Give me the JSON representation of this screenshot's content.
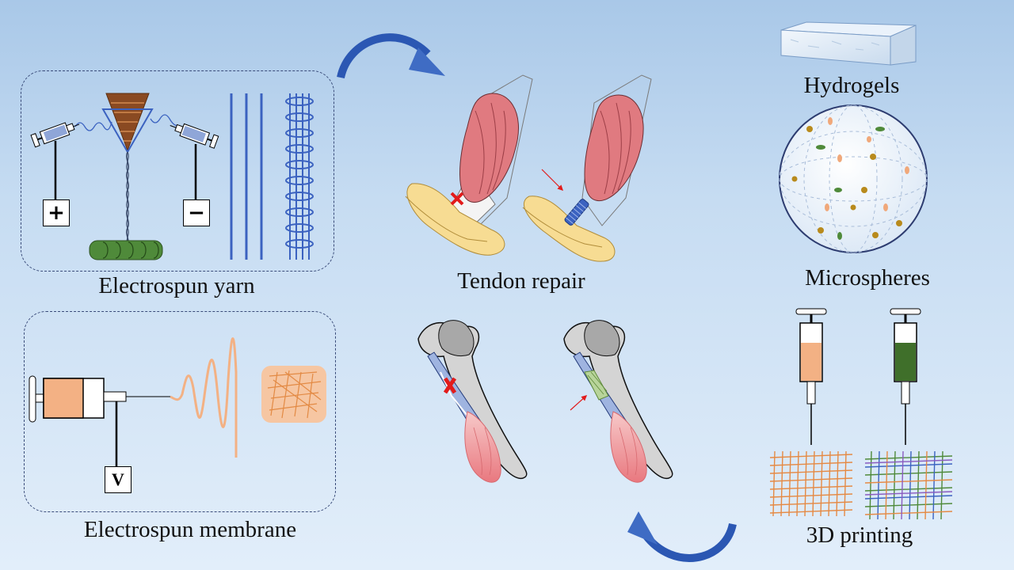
{
  "labels": {
    "electrospun_yarn": "Electrospun yarn",
    "electrospun_membrane": "Electrospun membrane",
    "tendon_repair": "Tendon repair",
    "hydrogels": "Hydrogels",
    "microspheres": "Microspheres",
    "printing_3d": "3D printing"
  },
  "terminals": {
    "positive": "+",
    "negative": "−",
    "voltage": "V"
  },
  "colors": {
    "syringe_blue": "#8fa6d8",
    "membrane_orange": "#f3b184",
    "bioink_green": "#3f6f2a",
    "muscle_red": "#e07a80",
    "bone_yellow": "#f7dc93",
    "arrow_blue": "#3f6cc4",
    "yarn_blue": "#3b62c0"
  }
}
